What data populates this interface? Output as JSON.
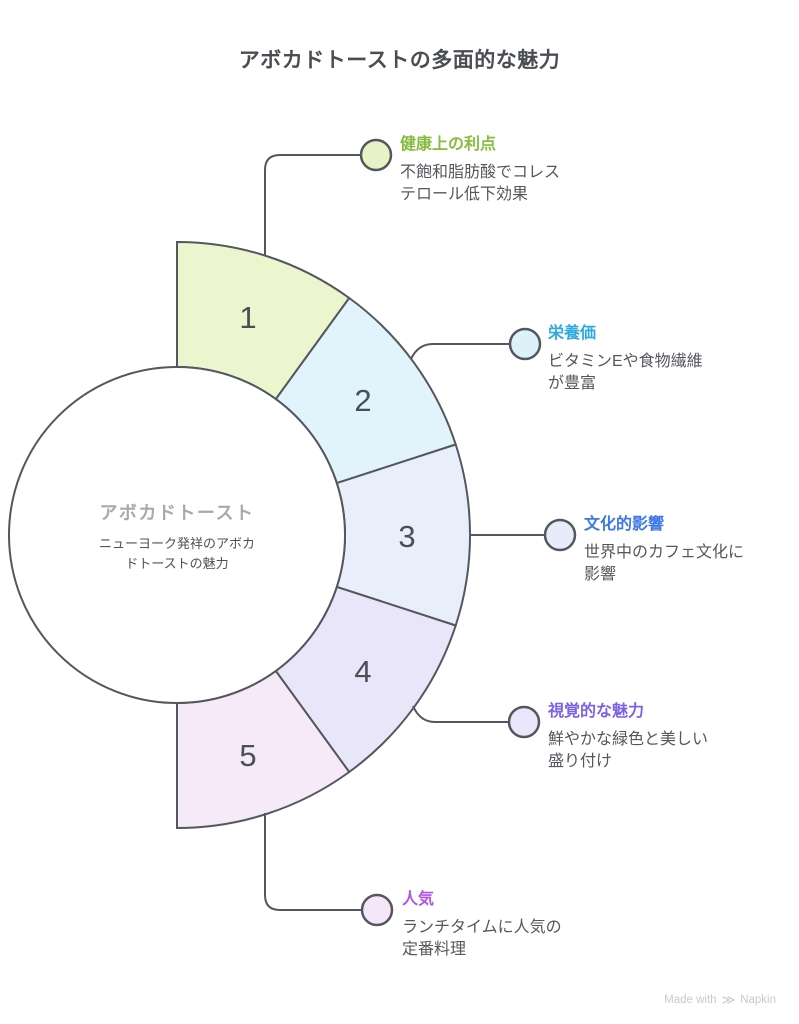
{
  "page_title": "アボカドトーストの多面的な魅力",
  "center": {
    "title": "アボカドトースト",
    "subtitle_lines": [
      "ニューヨーク発祥のアボカ",
      "ドトーストの魅力"
    ]
  },
  "segments": [
    {
      "number": "1",
      "label": "健康上の利点",
      "label_color": "#85BC3E",
      "segment_fill": "#EBF6CF",
      "marker_fill": "#E7F3C6",
      "desc_lines": [
        "不飽和脂肪酸でコレス",
        "テロール低下効果"
      ]
    },
    {
      "number": "2",
      "label": "栄養価",
      "label_color": "#2FA9E0",
      "segment_fill": "#E2F4FB",
      "marker_fill": "#DDF1FB",
      "desc_lines": [
        "ビタミンEや食物繊維",
        "が豊富"
      ]
    },
    {
      "number": "3",
      "label": "文化的影響",
      "label_color": "#3B77E6",
      "segment_fill": "#E8EEFA",
      "marker_fill": "#E6ECFA",
      "desc_lines": [
        "世界中のカフェ文化に",
        "影響"
      ]
    },
    {
      "number": "4",
      "label": "視覚的な魅力",
      "label_color": "#7A62E8",
      "segment_fill": "#E9E6F9",
      "marker_fill": "#E9E7F9",
      "desc_lines": [
        "鮮やかな緑色と美しい",
        "盛り付け"
      ]
    },
    {
      "number": "5",
      "label": "人気",
      "label_color": "#AE52E8",
      "segment_fill": "#F6EAF9",
      "marker_fill": "#F6E6FA",
      "desc_lines": [
        "ランチタイムに人気の",
        "定番料理"
      ]
    }
  ],
  "colors": {
    "stroke": "#54575D",
    "title_text": "#4A4D52",
    "body_text": "#54575C",
    "center_title_text": "#A6A9AE",
    "number_text": "#4A4E55",
    "footer_text": "#C7C9CC"
  },
  "footer": {
    "text": "Made with",
    "icon": "≫",
    "brand": "Napkin"
  }
}
